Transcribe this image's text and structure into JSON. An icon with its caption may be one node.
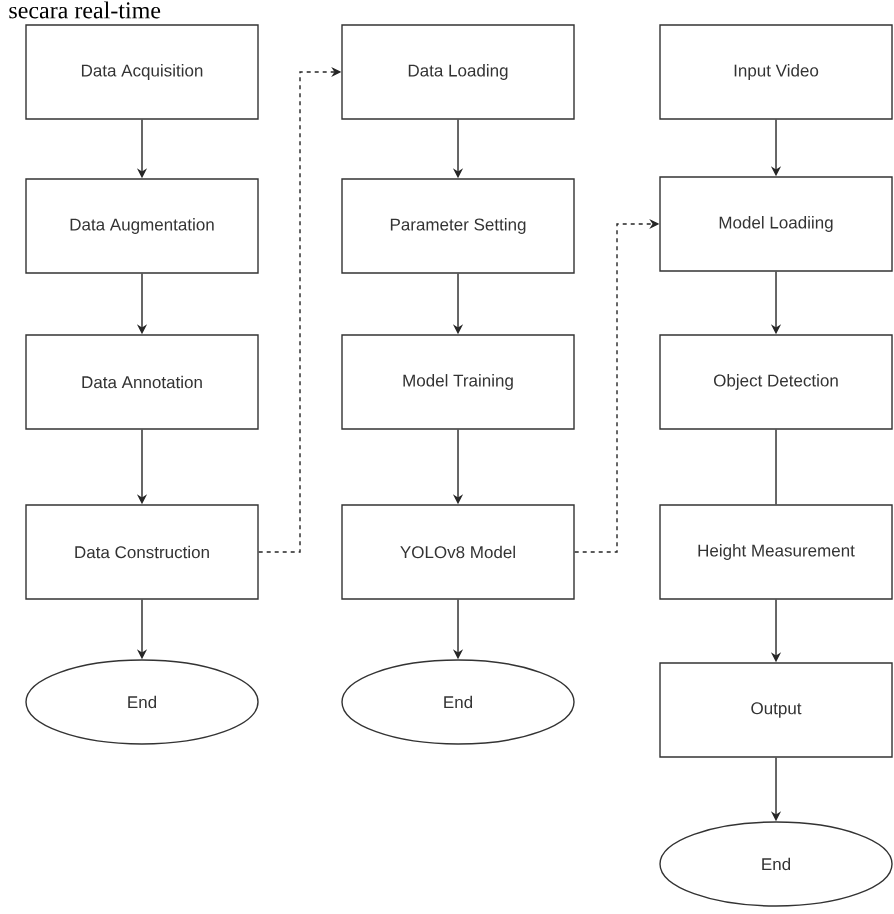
{
  "diagram": {
    "nodes": [
      {
        "text": [
          "Data Acquisition"
        ]
      },
      {
        "text": [
          "Data Augmentation"
        ]
      },
      {
        "text": [
          "Data Annotation"
        ]
      },
      {
        "text": [
          "Data Construction"
        ]
      },
      {
        "text": [
          "End"
        ]
      },
      {
        "text": [
          "Data Loading"
        ]
      },
      {
        "text": [
          "Parameter Setting"
        ]
      },
      {
        "text": [
          "Model Training"
        ]
      },
      {
        "text": [
          "YOLOv8 Model"
        ]
      },
      {
        "text": [
          "End"
        ]
      },
      {
        "text": [
          "Input Video"
        ]
      },
      {
        "text": [
          "Model Loadiing"
        ]
      },
      {
        "text": [
          "Object Detection"
        ]
      },
      {
        "text": [
          "Height Measurement"
        ]
      },
      {
        "text": [
          "Output"
        ]
      },
      {
        "text": [
          "End"
        ]
      }
    ],
    "edges": [
      {
        "from": 0,
        "to": 1,
        "arrow": "to"
      },
      {
        "from": 1,
        "to": 2,
        "arrow": "to"
      },
      {
        "from": 2,
        "to": 3,
        "arrow": "to"
      },
      {
        "from": 3,
        "to": 4,
        "arrow": "to"
      },
      {
        "from": 3,
        "to": 5,
        "arrow": "to",
        "style": "dashed"
      },
      {
        "from": 5,
        "to": 6,
        "arrow": "to"
      },
      {
        "from": 6,
        "to": 7,
        "arrow": "to"
      },
      {
        "from": 7,
        "to": 8,
        "arrow": "to"
      },
      {
        "from": 8,
        "to": 9,
        "arrow": "to"
      },
      {
        "from": 8,
        "to": 11,
        "arrow": "to",
        "style": "dashed"
      },
      {
        "from": 10,
        "to": 11,
        "arrow": "to"
      },
      {
        "from": 11,
        "to": 12,
        "arrow": "to"
      },
      {
        "from": 12,
        "to": 13,
        "arrow": "none"
      },
      {
        "from": 13,
        "to": 14,
        "arrow": "to"
      },
      {
        "from": 14,
        "to": 15,
        "arrow": "to"
      }
    ],
    "labels": [
      "secara real-time"
    ]
  }
}
